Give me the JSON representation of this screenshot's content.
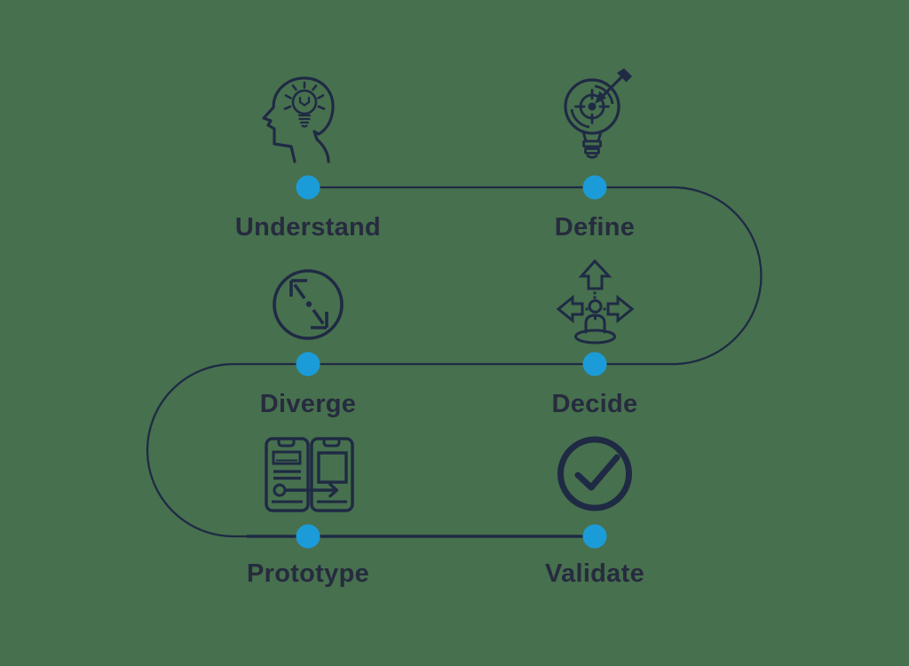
{
  "colors": {
    "background": "#47704e",
    "line": "#1f2a44",
    "dot": "#1b9cd8",
    "text": "#262b3e"
  },
  "stages": [
    {
      "label": "Understand",
      "icon": "head-lightbulb-icon"
    },
    {
      "label": "Define",
      "icon": "target-lightbulb-icon"
    },
    {
      "label": "Diverge",
      "icon": "diverge-arrows-circle-icon"
    },
    {
      "label": "Decide",
      "icon": "person-direction-arrows-icon"
    },
    {
      "label": "Prototype",
      "icon": "phone-wireframes-icon"
    },
    {
      "label": "Validate",
      "icon": "check-circle-icon"
    }
  ]
}
